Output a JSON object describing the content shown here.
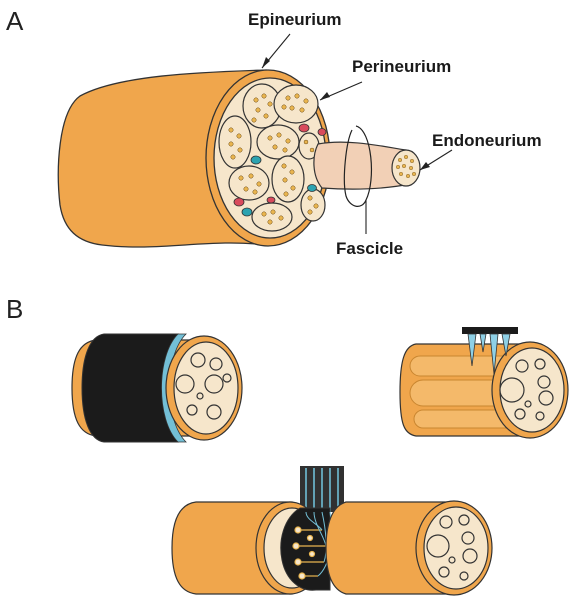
{
  "panels": {
    "a": {
      "label": "A"
    },
    "b": {
      "label": "B"
    }
  },
  "labels": {
    "epineurium": "Epineurium",
    "perineurium": "Perineurium",
    "endoneurium": "Endoneurium",
    "fascicle": "Fascicle"
  },
  "colors": {
    "epineurium_orange": "#F0A64C",
    "nerve_cross_section": "#F6E6CB",
    "fascicle_tan": "#F2D0B6",
    "axon_dot": "#E9B54F",
    "blood_vessel_red": "#D94A5C",
    "blood_vessel_teal": "#2CA3B0",
    "cuff_black": "#1b1b1b",
    "cuff_edge_blue": "#73BFD6",
    "electrode_blue": "#8ED0E6"
  }
}
